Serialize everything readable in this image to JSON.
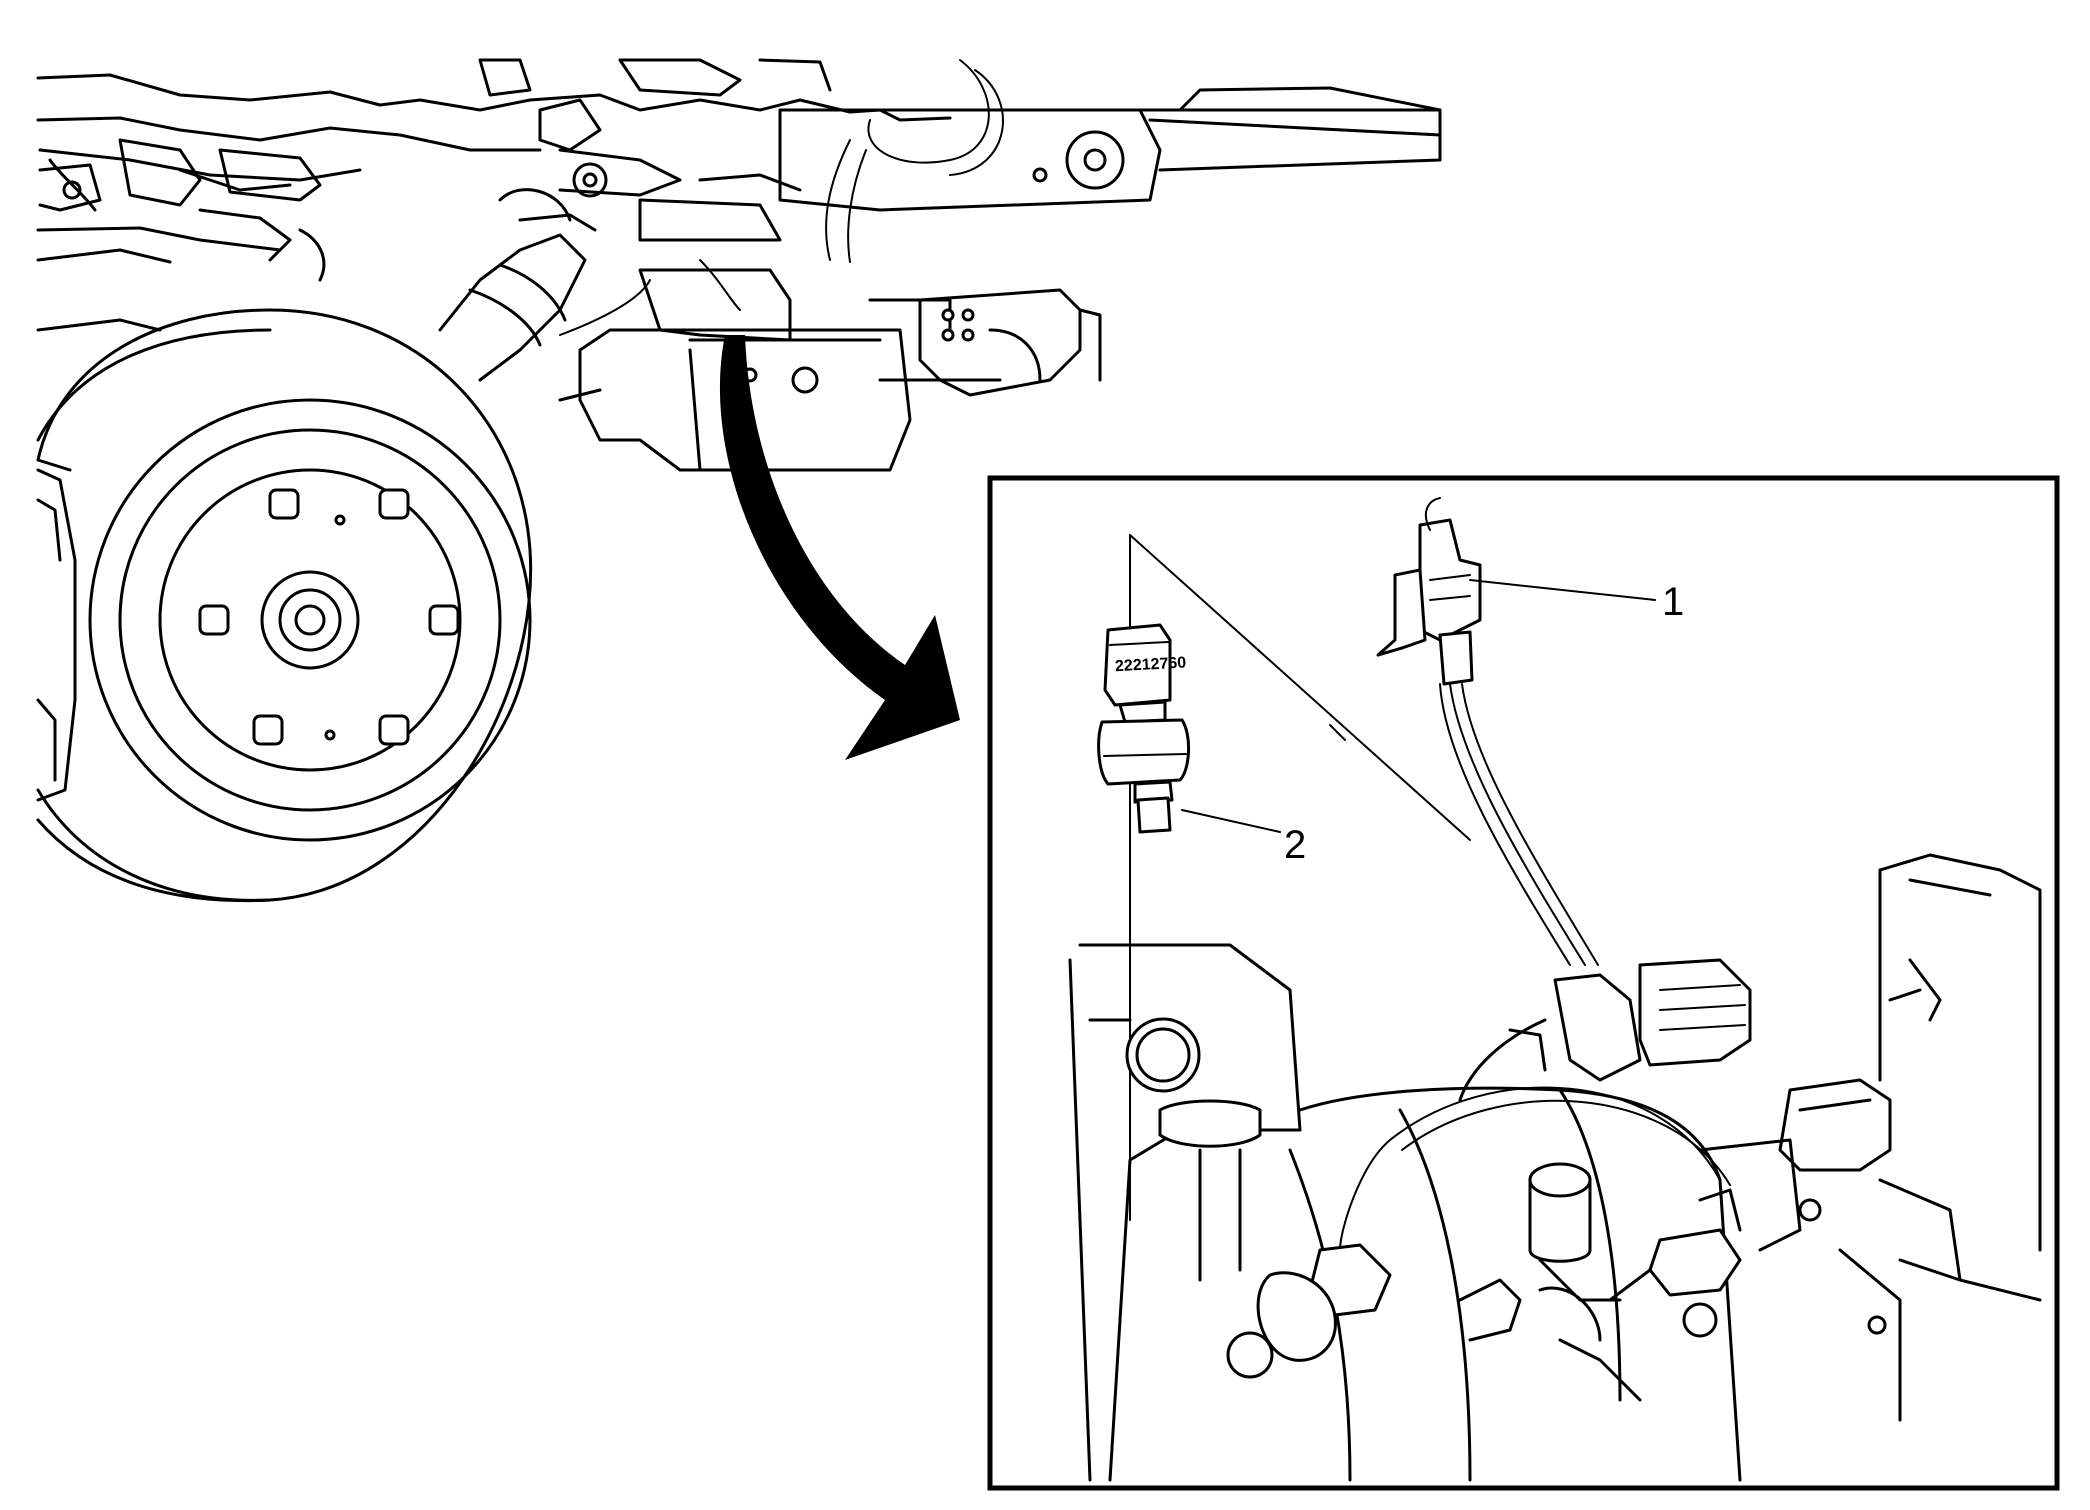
{
  "callouts": [
    {
      "label": "1",
      "part": "electrical-connector"
    },
    {
      "label": "2",
      "part": "pressure-sensor"
    }
  ],
  "sensor_part_number": "22212760",
  "colors": {
    "line": "#000000",
    "background": "#ffffff"
  },
  "icons": [
    "arrow-icon"
  ]
}
